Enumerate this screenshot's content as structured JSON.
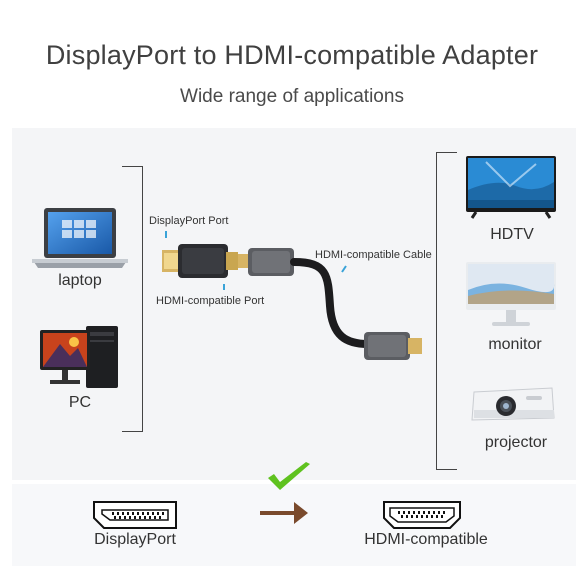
{
  "title": "DisplayPort to HDMI-compatible Adapter",
  "subtitle": "Wide range of applications",
  "sources": {
    "laptop_label": "laptop",
    "pc_label": "PC"
  },
  "adapter": {
    "displayport_port_label": "DisplayPort Port",
    "hdmi_port_label": "HDMI-compatible Port",
    "hdmi_cable_label": "HDMI-compatible Cable"
  },
  "displays": {
    "hdtv_label": "HDTV",
    "monitor_label": "monitor",
    "projector_label": "projector"
  },
  "footer": {
    "displayport_label": "DisplayPort",
    "hdmi_label": "HDMI-compatible"
  },
  "colors": {
    "check_green": "#5fc21f",
    "arrow_brown": "#7a4a2c",
    "pointer_blue": "#3aa3d8",
    "connector_gold": "#d7b464"
  }
}
